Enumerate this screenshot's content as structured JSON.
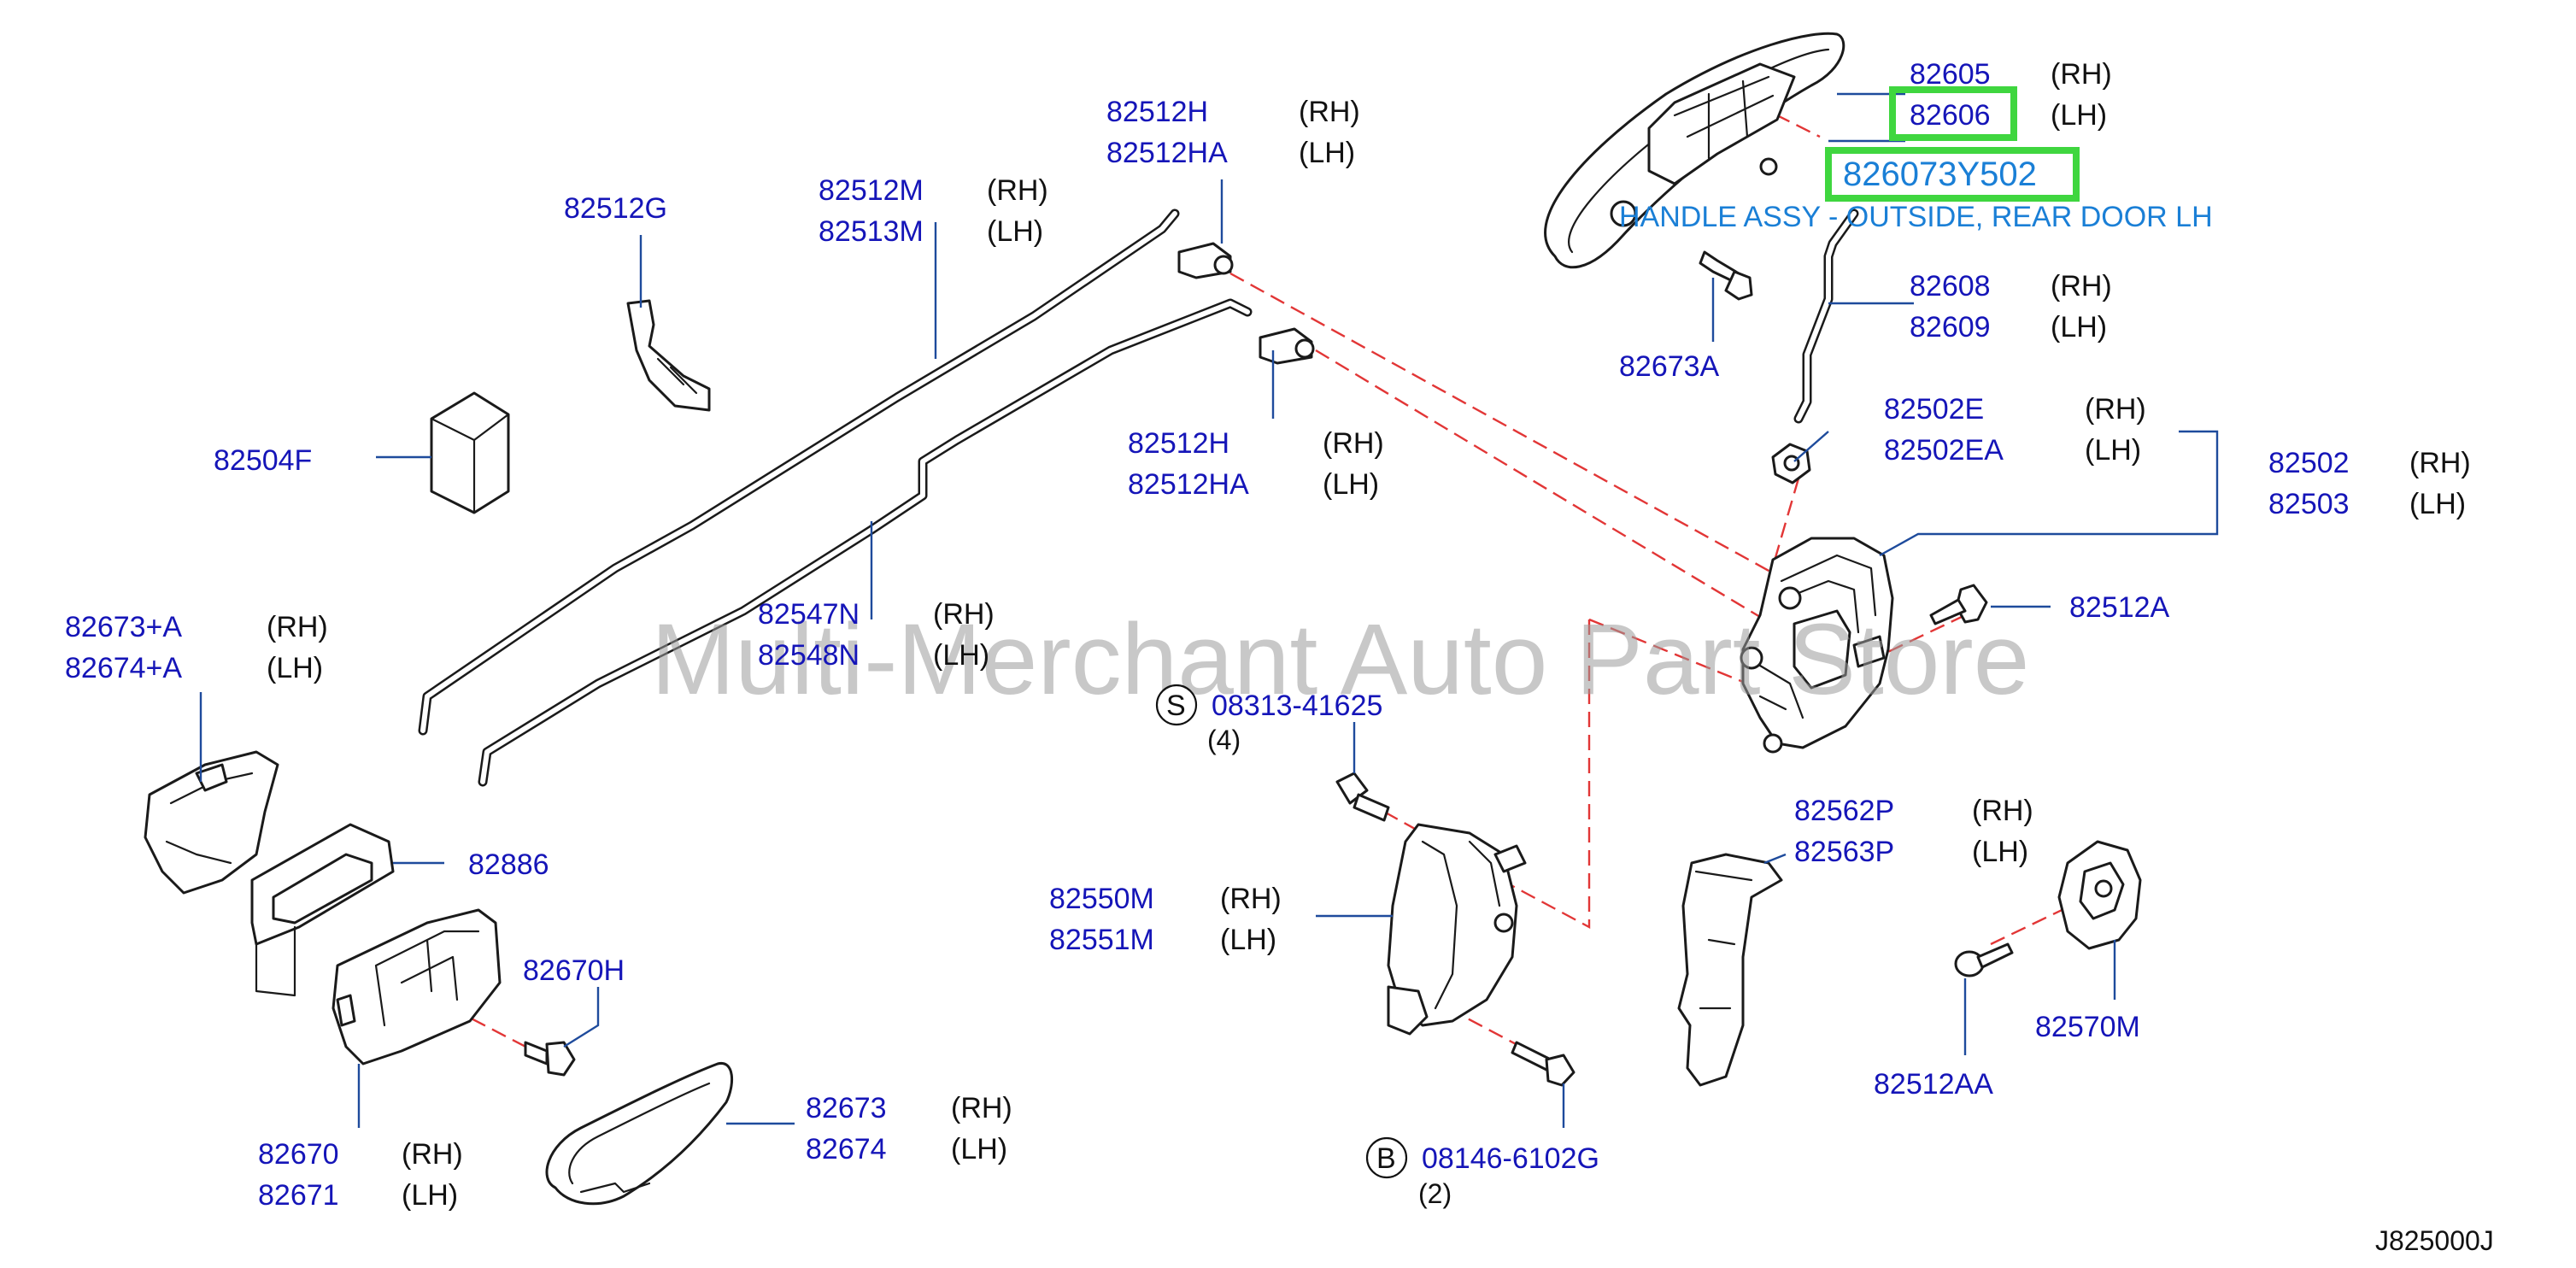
{
  "watermark": "Multi-Merchant Auto Part Store",
  "diagram_code": "J825000J",
  "highlight": {
    "part_number": "826073Y502",
    "description": "HANDLE ASSY - OUTSIDE, REAR DOOR LH",
    "box_color": "#3fd63f",
    "text_color": "#1a7fd6"
  },
  "colors": {
    "part_number": "#1515b8",
    "leader": "#1e4b9c",
    "alignment_dash": "#e23636"
  },
  "callouts": {
    "c82605": {
      "pn": "82605",
      "side": "(RH)"
    },
    "c82606": {
      "pn": "82606",
      "side": "(LH)"
    },
    "c82608": {
      "pn": "82608",
      "side": "(RH)"
    },
    "c82609": {
      "pn": "82609",
      "side": "(LH)"
    },
    "c82673A": {
      "pn": "82673A"
    },
    "c82512H_top": {
      "pn": "82512H",
      "side": "(RH)"
    },
    "c82512HA_top": {
      "pn": "82512HA",
      "side": "(LH)"
    },
    "c82512M": {
      "pn": "82512M",
      "side": "(RH)"
    },
    "c82513M": {
      "pn": "82513M",
      "side": "(LH)"
    },
    "c82512G": {
      "pn": "82512G"
    },
    "c82504F": {
      "pn": "82504F"
    },
    "c82512H_mid": {
      "pn": "82512H",
      "side": "(RH)"
    },
    "c82512HA_mid": {
      "pn": "82512HA",
      "side": "(LH)"
    },
    "c82502E": {
      "pn": "82502E",
      "side": "(RH)"
    },
    "c82502EA": {
      "pn": "82502EA",
      "side": "(LH)"
    },
    "c82502": {
      "pn": "82502",
      "side": "(RH)"
    },
    "c82503": {
      "pn": "82503",
      "side": "(LH)"
    },
    "c82512A": {
      "pn": "82512A"
    },
    "c82547N": {
      "pn": "82547N",
      "side": "(RH)"
    },
    "c82548N": {
      "pn": "82548N",
      "side": "(LH)"
    },
    "c82673pA": {
      "pn": "82673+A",
      "side": "(RH)"
    },
    "c82674pA": {
      "pn": "82674+A",
      "side": "(LH)"
    },
    "c08313": {
      "badge": "S",
      "pn": "08313-41625",
      "qty": "(4)"
    },
    "c82886": {
      "pn": "82886"
    },
    "c82562P": {
      "pn": "82562P",
      "side": "(RH)"
    },
    "c82563P": {
      "pn": "82563P",
      "side": "(LH)"
    },
    "c82550M": {
      "pn": "82550M",
      "side": "(RH)"
    },
    "c82551M": {
      "pn": "82551M",
      "side": "(LH)"
    },
    "c82670H": {
      "pn": "82670H"
    },
    "c82570M": {
      "pn": "82570M"
    },
    "c82512AA": {
      "pn": "82512AA"
    },
    "c82673": {
      "pn": "82673",
      "side": "(RH)"
    },
    "c82674": {
      "pn": "82674",
      "side": "(LH)"
    },
    "c82670": {
      "pn": "82670",
      "side": "(RH)"
    },
    "c82671": {
      "pn": "82671",
      "side": "(LH)"
    },
    "c08146": {
      "badge": "B",
      "pn": "08146-6102G",
      "qty": "(2)"
    }
  }
}
